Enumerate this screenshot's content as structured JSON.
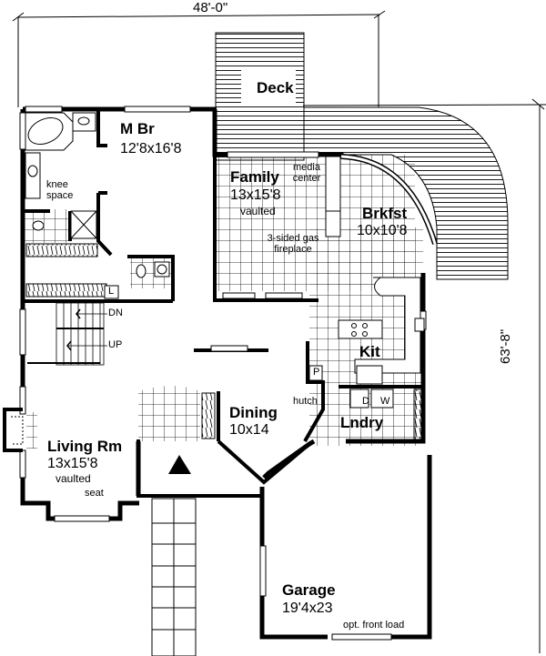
{
  "plan": {
    "overall_width": "48'-0\"",
    "overall_depth": "63'-8\"",
    "rooms": [
      {
        "id": "deck",
        "name": "Deck",
        "dims": "",
        "note": ""
      },
      {
        "id": "master-bedroom",
        "name": "M Br",
        "dims": "12'8x16'8",
        "note": ""
      },
      {
        "id": "family",
        "name": "Family",
        "dims": "13x15'8",
        "note": "vaulted"
      },
      {
        "id": "breakfast",
        "name": "Brkfst",
        "dims": "10x10'8",
        "note": ""
      },
      {
        "id": "kitchen",
        "name": "Kit",
        "dims": "",
        "note": ""
      },
      {
        "id": "laundry",
        "name": "Lndry",
        "dims": "",
        "note": ""
      },
      {
        "id": "dining",
        "name": "Dining",
        "dims": "10x14",
        "note": ""
      },
      {
        "id": "living",
        "name": "Living Rm",
        "dims": "13x15'8",
        "note": "vaulted"
      },
      {
        "id": "garage",
        "name": "Garage",
        "dims": "19'4x23",
        "note": "opt. front load"
      }
    ],
    "annotations": {
      "knee_space": "knee space",
      "media_center": "media center",
      "fireplace": "3-sided gas fireplace",
      "hutch": "hutch",
      "seat": "seat",
      "stairs_down": "DN",
      "stairs_up": "UP",
      "pantry": "P",
      "linen": "L",
      "dryer": "D",
      "washer": "W"
    }
  }
}
